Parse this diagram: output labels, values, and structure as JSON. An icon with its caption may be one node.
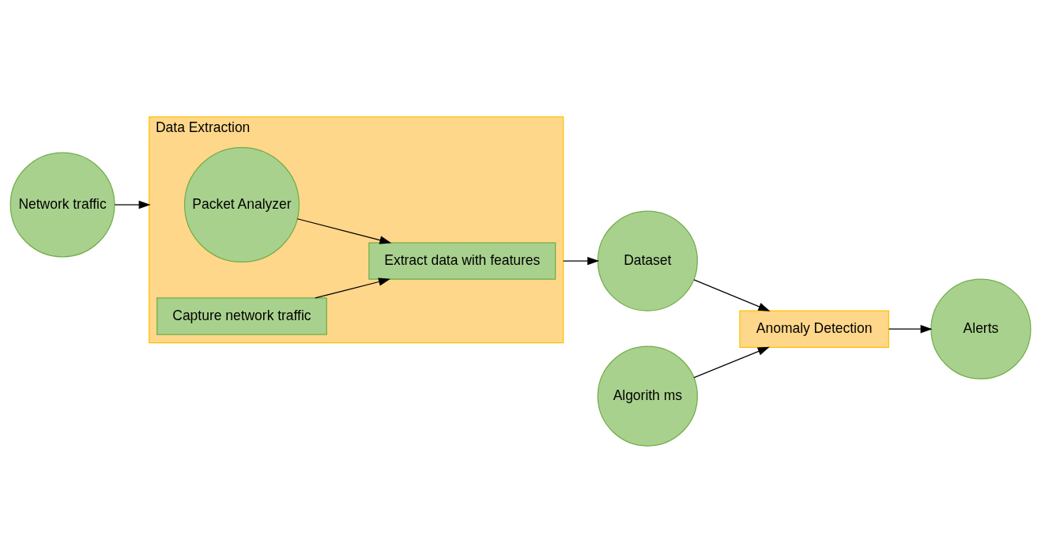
{
  "diagram": {
    "nodes": [
      {
        "text": [
          "Network traffic"
        ]
      },
      {
        "text": [
          "Data Extraction"
        ]
      },
      {
        "text": [
          "Packet Analyzer"
        ],
        "in": 1
      },
      {
        "text": [
          "Capture network traffic"
        ],
        "in": 1
      },
      {
        "text": [
          "Extract data with features"
        ],
        "in": 1
      },
      {
        "text": [
          "Dataset"
        ]
      },
      {
        "text": [
          "Algorith ms"
        ]
      },
      {
        "text": [
          "Anomaly Detection"
        ]
      },
      {
        "text": [
          "Alerts"
        ]
      }
    ],
    "edges": [
      {
        "from": 0,
        "to": 1,
        "arrow": "to"
      },
      {
        "from": 2,
        "to": 4,
        "arrow": "to"
      },
      {
        "from": 3,
        "to": 4,
        "arrow": "to"
      },
      {
        "from": 1,
        "to": 5,
        "arrow": "to"
      },
      {
        "from": 5,
        "to": 7,
        "arrow": "to"
      },
      {
        "from": 6,
        "to": 7,
        "arrow": "to"
      },
      {
        "from": 7,
        "to": 8,
        "arrow": "to"
      }
    ]
  }
}
